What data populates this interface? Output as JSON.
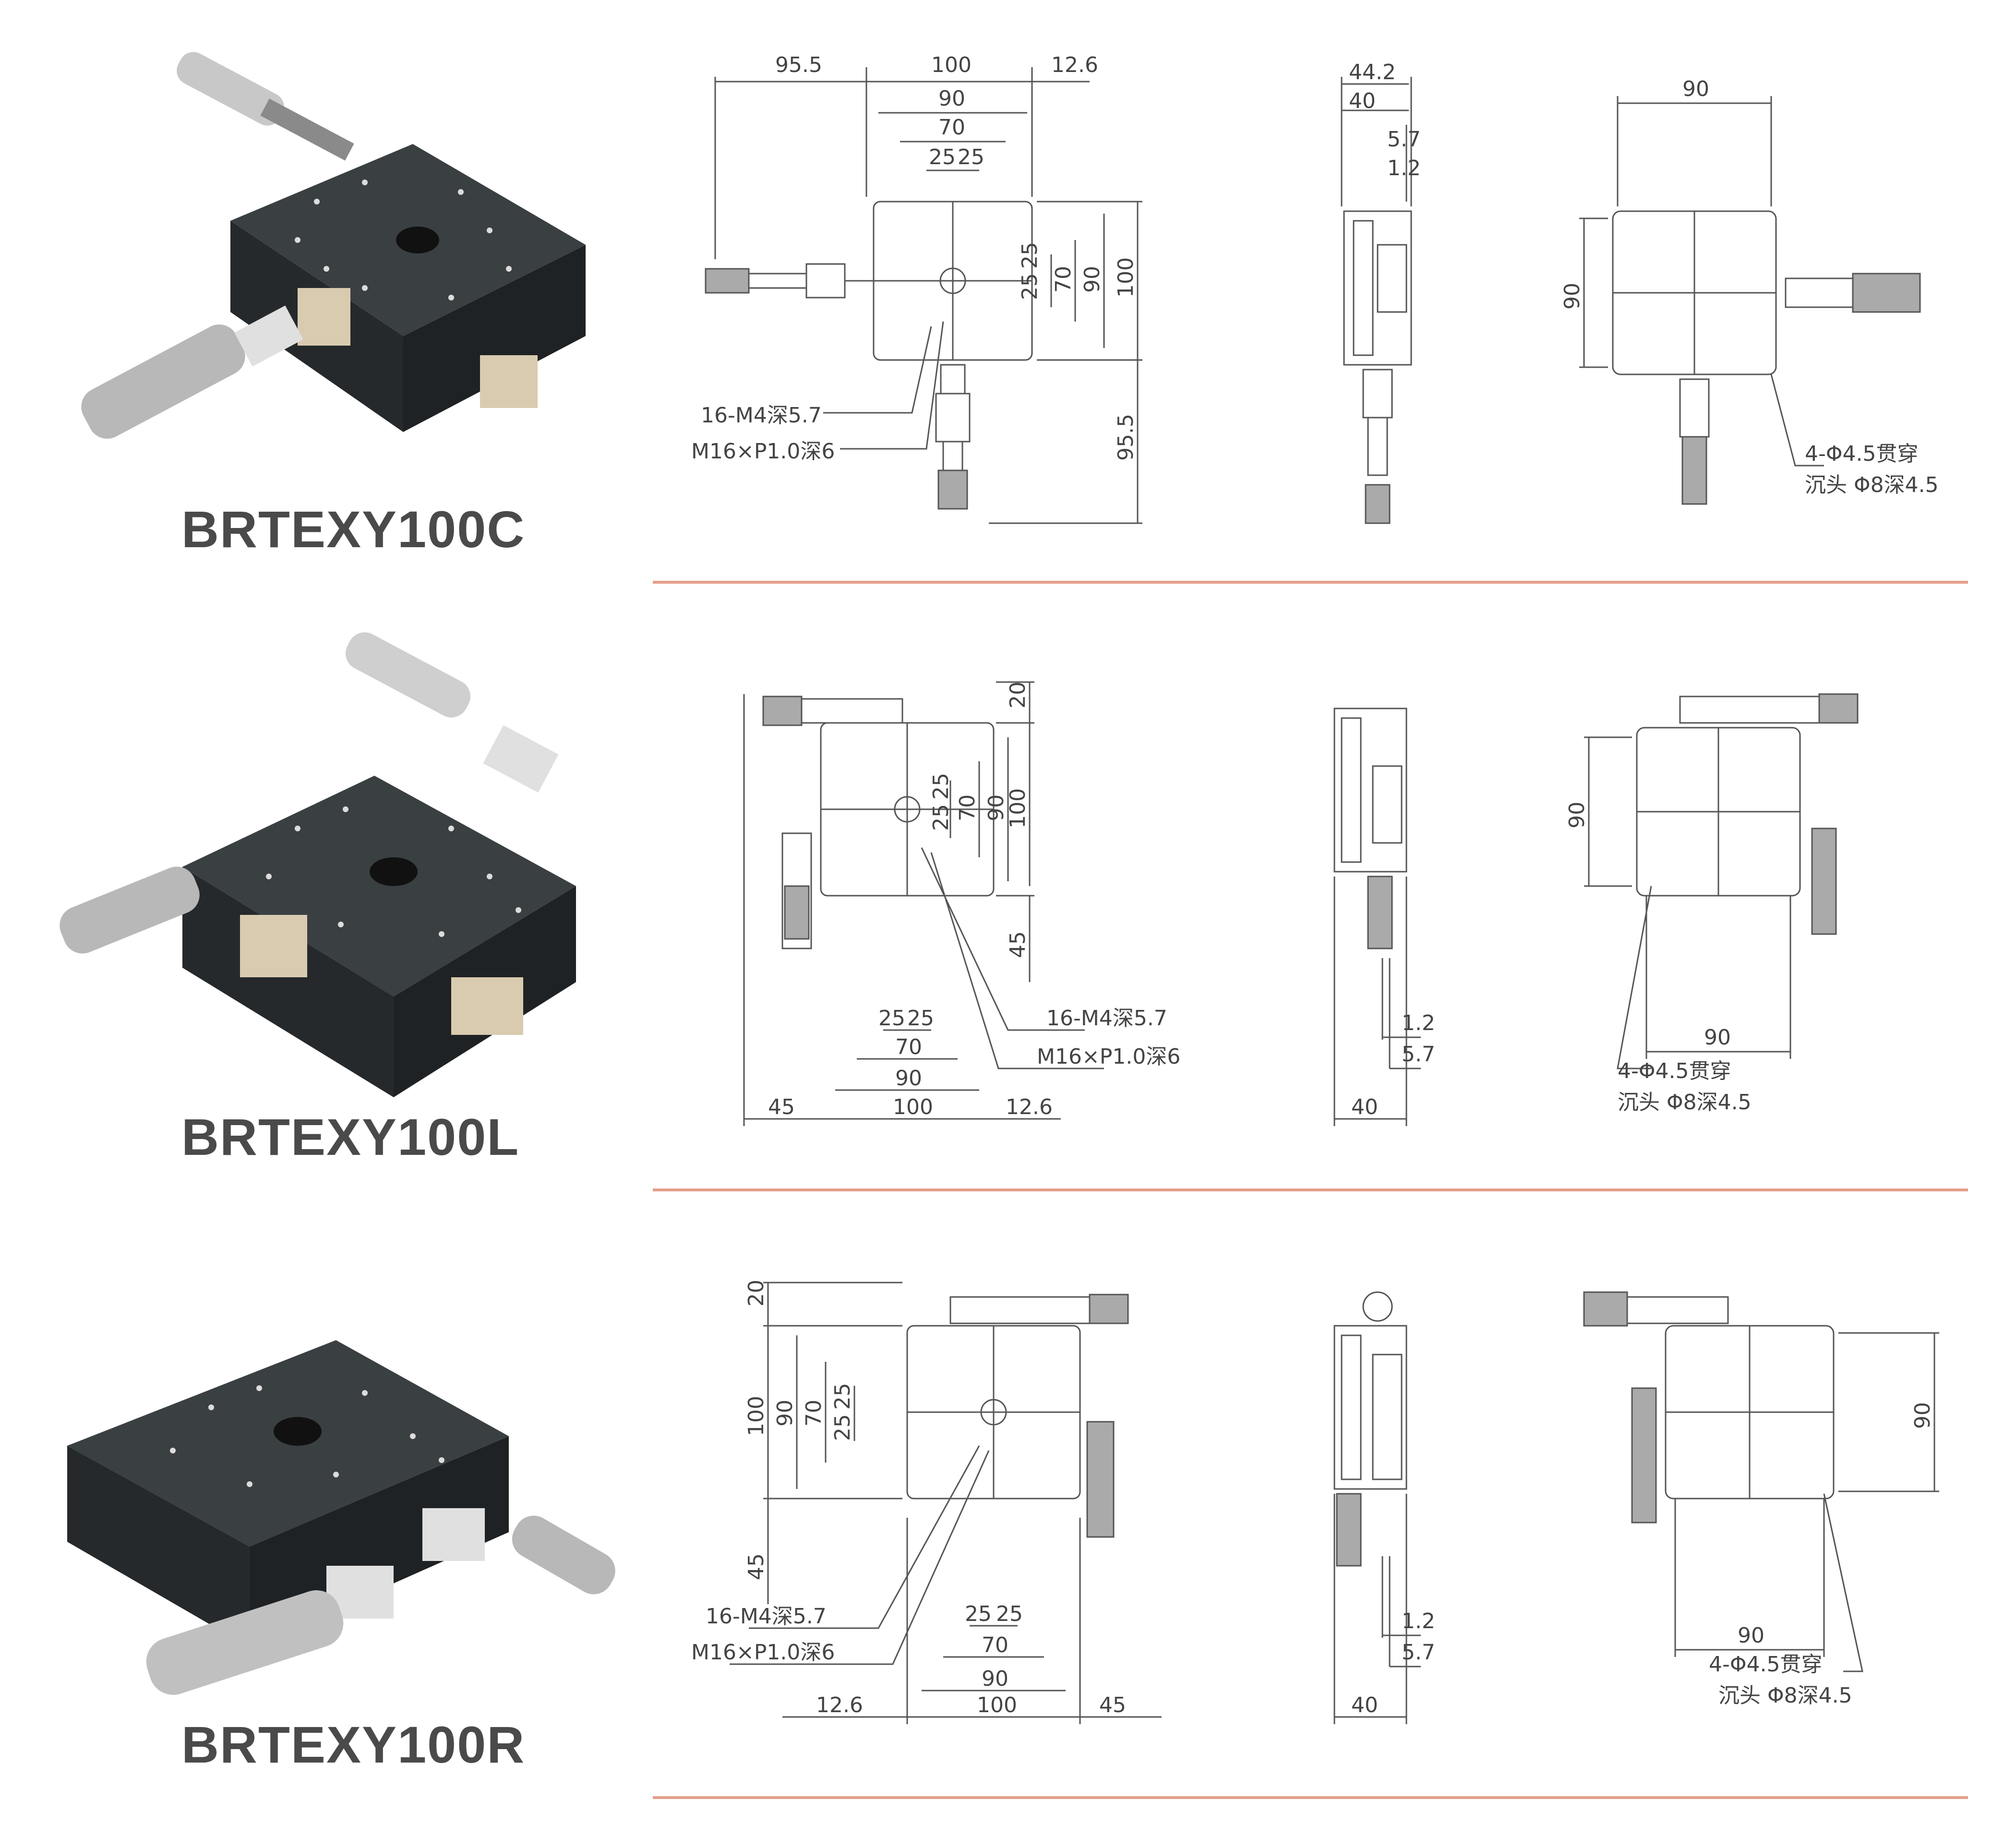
{
  "colors": {
    "separator": "#e3a08a",
    "line": "#555555",
    "metal": "#2e3235",
    "silver": "#c8c8c8"
  },
  "rows": [
    {
      "model": "BRTEXY100C",
      "top": {
        "dims": [
          "95.5",
          "100",
          "12.6",
          "90",
          "70",
          "25",
          "25",
          "25",
          "25",
          "70",
          "90",
          "100",
          "95.5"
        ],
        "callouts": [
          "16-M4深5.7",
          "M16×P1.0深6"
        ]
      },
      "side": {
        "dims": [
          "44.2",
          "40",
          "5.7",
          "1.2"
        ]
      },
      "bottom": {
        "dims": [
          "90",
          "90"
        ],
        "callouts": [
          "4-Φ4.5贯穿",
          "沉头 Φ8深4.5"
        ]
      }
    },
    {
      "model": "BRTEXY100L",
      "top": {
        "dims": [
          "20",
          "25",
          "25",
          "70",
          "90",
          "100",
          "45",
          "25",
          "25",
          "70",
          "90",
          "45",
          "100",
          "12.6"
        ],
        "callouts": [
          "16-M4深5.7",
          "M16×P1.0深6"
        ]
      },
      "side": {
        "dims": [
          "1.2",
          "5.7",
          "40"
        ]
      },
      "bottom": {
        "dims": [
          "90",
          "90"
        ],
        "callouts": [
          "4-Φ4.5贯穿",
          "沉头 Φ8深4.5"
        ]
      }
    },
    {
      "model": "BRTEXY100R",
      "top": {
        "dims": [
          "20",
          "100",
          "90",
          "70",
          "25",
          "25",
          "45",
          "25",
          "25",
          "70",
          "90",
          "12.6",
          "100",
          "45"
        ],
        "callouts": [
          "16-M4深5.7",
          "M16×P1.0深6"
        ]
      },
      "side": {
        "dims": [
          "1.2",
          "5.7",
          "40"
        ]
      },
      "bottom": {
        "dims": [
          "90",
          "90"
        ],
        "callouts": [
          "4-Φ4.5贯穿",
          "沉头 Φ8深4.5"
        ]
      }
    }
  ]
}
